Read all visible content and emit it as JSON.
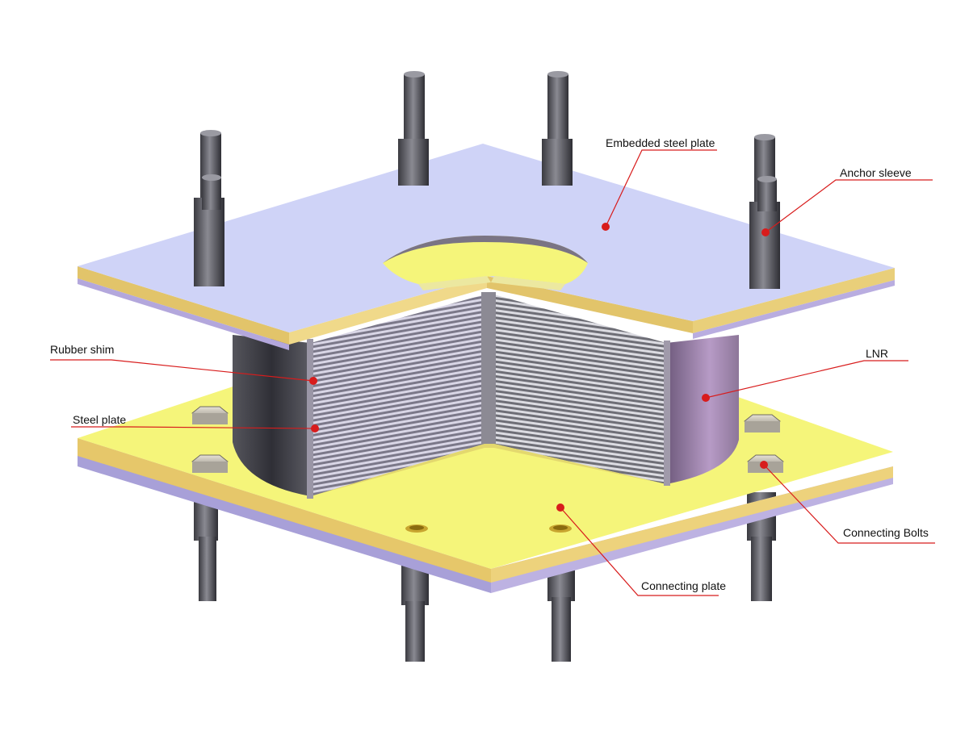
{
  "colors": {
    "steel_plate_top": "#cfd3f7",
    "steel_plate_edge": "#a8a0d8",
    "yellow_face": "#f5f57a",
    "yellow_edge": "#e6c76a",
    "rubber_dark": "#3c3c44",
    "rubber_violet": "#b79bc6",
    "rod": "#5a5a62",
    "leader": "#d81c1c"
  },
  "labels": {
    "embedded_steel_plate": "Embedded steel plate",
    "anchor_sleeve": "Anchor sleeve",
    "rubber_shim": "Rubber shim",
    "steel_plate": "Steel plate",
    "lnr": "LNR",
    "connecting_bolts": "Connecting Bolts",
    "connecting_plate": "Connecting plate"
  }
}
